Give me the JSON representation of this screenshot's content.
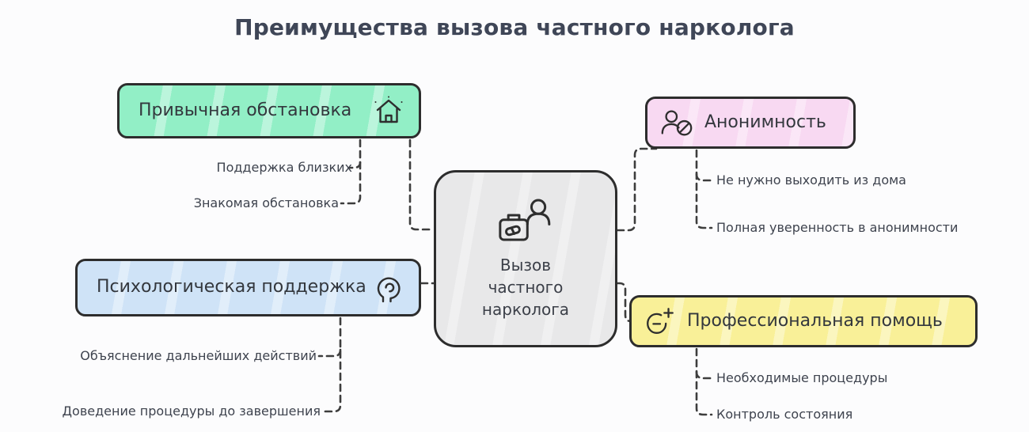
{
  "title": "Преимущества вызова частного нарколога",
  "center": {
    "label": "Вызов частного нарколога",
    "icon": "doctor-briefcase-icon",
    "fill": "#e8e8e9"
  },
  "branches": [
    {
      "label": "Привычная обстановка",
      "icon": "house-icon",
      "fill": "#92efc6",
      "children": [
        "Поддержка близких",
        "Знакомая обстановка"
      ]
    },
    {
      "label": "Психологическая поддержка",
      "icon": "head-mind-icon",
      "fill": "#cfe3f7",
      "children": [
        "Объяснение дальнейших действий",
        "Доведение процедуры до завершения"
      ]
    },
    {
      "label": "Анонимность",
      "icon": "anonymous-person-icon",
      "fill": "#f8d9f2",
      "children": [
        "Не нужно выходить из дома",
        "Полная уверенность в анонимности"
      ]
    },
    {
      "label": "Профессиональная помощь",
      "icon": "medical-cross-head-icon",
      "fill": "#f9f098",
      "children": [
        "Необходимые процедуры",
        "Контроль состояния"
      ]
    }
  ],
  "colors": {
    "border": "#2d2d2d",
    "wire": "#3d3d3d",
    "title_text": "#3f4657",
    "body_text": "#3e434e"
  }
}
